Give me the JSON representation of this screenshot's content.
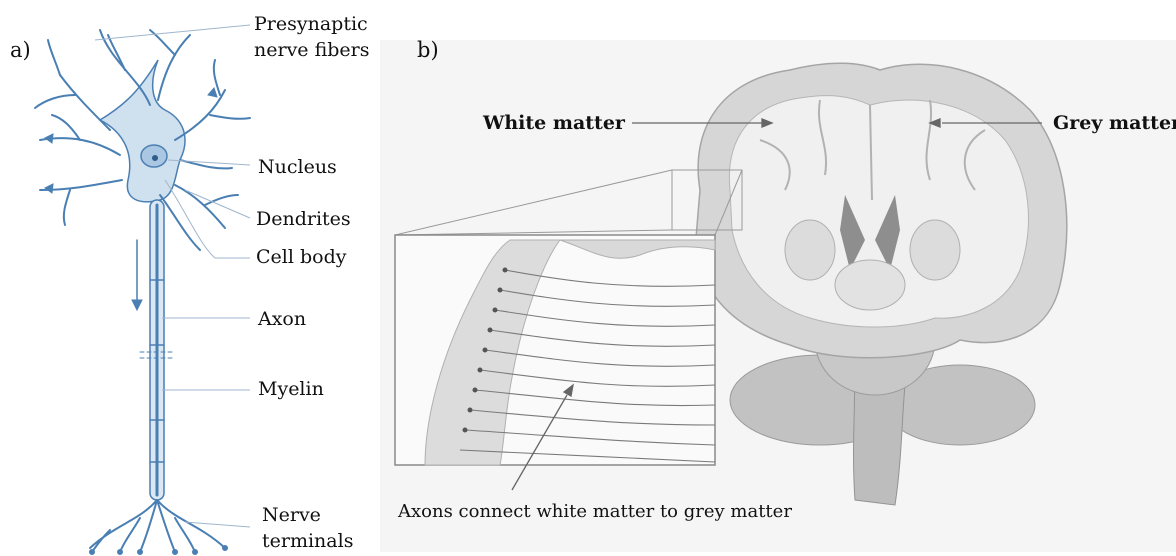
{
  "panels": {
    "a": "a)",
    "b": "b)"
  },
  "neuron_labels": {
    "presynaptic_1": "Presynaptic",
    "presynaptic_2": "nerve fibers",
    "nucleus": "Nucleus",
    "dendrites": "Dendrites",
    "cell_body": "Cell body",
    "axon": "Axon",
    "myelin": "Myelin",
    "terminals_1": "Nerve",
    "terminals_2": "terminals"
  },
  "brain_labels": {
    "white_matter": "White matter",
    "grey_matter": "Grey matter",
    "axons_caption": "Axons connect white matter to grey matter"
  },
  "colors": {
    "neuron": "#4a7fb3",
    "brain": "#c9c9c9",
    "leader": "#9fb6cc"
  }
}
